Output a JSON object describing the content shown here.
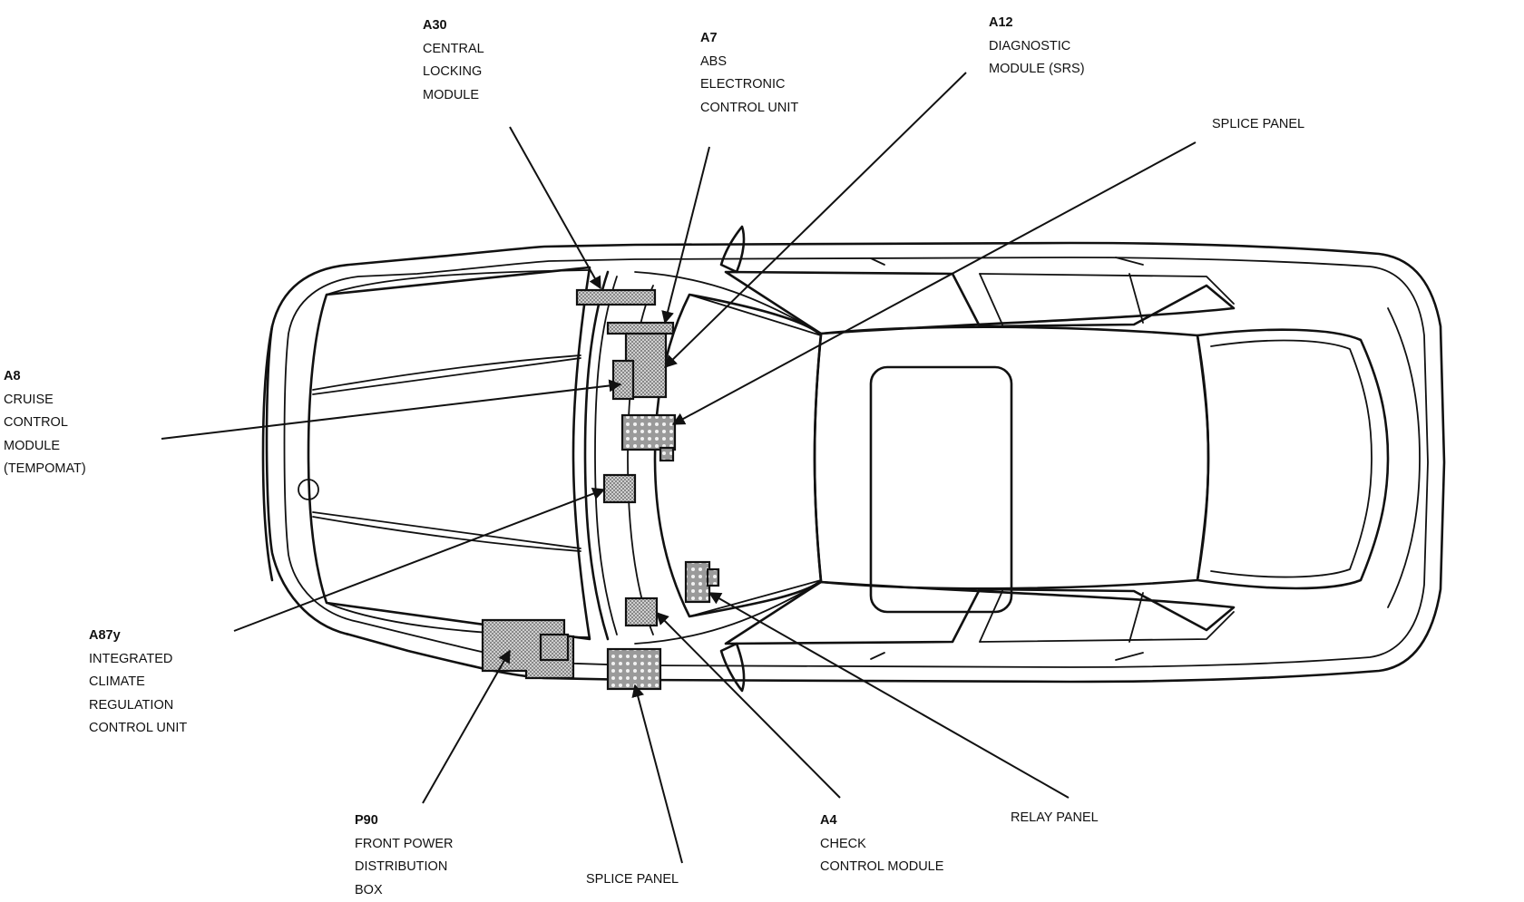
{
  "callouts": {
    "a30": {
      "id": "A30",
      "lines": [
        "CENTRAL",
        "LOCKING",
        "MODULE"
      ]
    },
    "a7": {
      "id": "A7",
      "lines": [
        "ABS",
        "ELECTRONIC",
        "CONTROL UNIT"
      ]
    },
    "a12": {
      "id": "A12",
      "lines": [
        "DIAGNOSTIC",
        "MODULE (SRS)"
      ]
    },
    "splice_top": {
      "id": "",
      "lines": [
        "SPLICE PANEL"
      ]
    },
    "a8": {
      "id": "A8",
      "lines": [
        "CRUISE",
        "CONTROL",
        "MODULE",
        "(TEMPOMAT)"
      ]
    },
    "a87y": {
      "id": "A87y",
      "lines": [
        "INTEGRATED",
        "CLIMATE",
        "REGULATION",
        "CONTROL UNIT"
      ]
    },
    "p90": {
      "id": "P90",
      "lines": [
        "FRONT POWER",
        "DISTRIBUTION",
        "BOX"
      ]
    },
    "splice_bottom": {
      "id": "",
      "lines": [
        "SPLICE PANEL"
      ]
    },
    "a4": {
      "id": "A4",
      "lines": [
        "CHECK",
        "CONTROL MODULE"
      ]
    },
    "relay": {
      "id": "",
      "lines": [
        "RELAY PANEL"
      ]
    }
  },
  "colors": {
    "ink": "#111111",
    "component_fill": "#9a9a9a",
    "background": "#ffffff"
  }
}
